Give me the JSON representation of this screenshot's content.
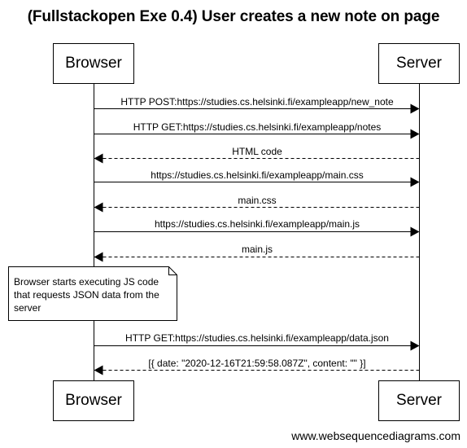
{
  "title": "(Fullstackopen Exe 0.4) User creates a new note on page",
  "participants": {
    "browser": "Browser",
    "server": "Server"
  },
  "messages": [
    {
      "label": "HTTP POST:https://studies.cs.helsinki.fi/exampleapp/new_note",
      "from": "Browser",
      "to": "Server",
      "style": "solid"
    },
    {
      "label": "HTTP GET:https://studies.cs.helsinki.fi/exampleapp/notes",
      "from": "Browser",
      "to": "Server",
      "style": "solid"
    },
    {
      "label": "HTML code",
      "from": "Server",
      "to": "Browser",
      "style": "dashed"
    },
    {
      "label": "https://studies.cs.helsinki.fi/exampleapp/main.css",
      "from": "Browser",
      "to": "Server",
      "style": "solid"
    },
    {
      "label": "main.css",
      "from": "Server",
      "to": "Browser",
      "style": "dashed"
    },
    {
      "label": "https://studies.cs.helsinki.fi/exampleapp/main.js",
      "from": "Browser",
      "to": "Server",
      "style": "solid"
    },
    {
      "label": "main.js",
      "from": "Server",
      "to": "Browser",
      "style": "dashed"
    },
    {
      "label": "HTTP GET:https://studies.cs.helsinki.fi/exampleapp/data.json",
      "from": "Browser",
      "to": "Server",
      "style": "solid"
    },
    {
      "label": "[{ date: \"2020-12-16T21:59:58.087Z\", content: \"\" }]",
      "from": "Server",
      "to": "Browser",
      "style": "dashed"
    }
  ],
  "note": {
    "over": "Browser",
    "lines": [
      "Browser starts executing JS code",
      "that requests JSON data from the",
      "server"
    ]
  },
  "footer": "www.websequencediagrams.com"
}
